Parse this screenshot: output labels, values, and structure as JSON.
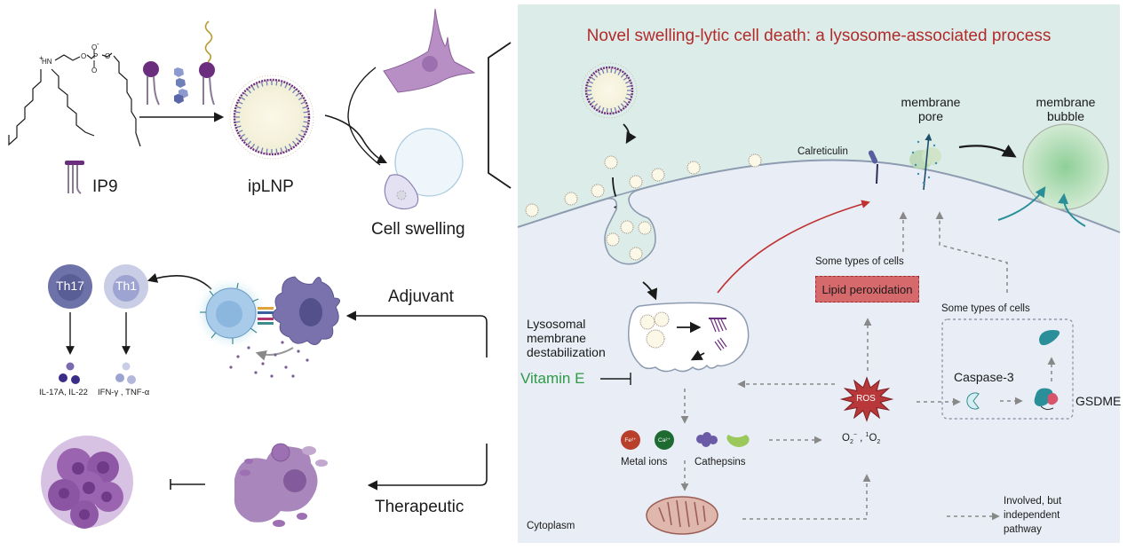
{
  "figure": {
    "title": "Novel swelling-lytic cell death: a lysosome-associated process",
    "colors": {
      "title_red": "#b22a2a",
      "extracellular_bg": "#dcede9",
      "cytoplasm_bg": "#e9eef6",
      "membrane": "#8d9bb0",
      "lnp_purple": "#6b2d7e",
      "vitamin_e_green": "#2e9a46",
      "ros_red": "#b8383a",
      "lipid_box": "#d6696b",
      "gsdme_teal": "#2a8f99",
      "dashed_gray": "#888888"
    }
  },
  "left_panel": {
    "ip9_label": "IP9",
    "iplnp_label": "ipLNP",
    "cell_swelling_label": "Cell swelling",
    "adjuvant_label": "Adjuvant",
    "therapeutic_label": "Therapeutic",
    "chem_structure": {
      "amine": "HN",
      "amine_charge": "+",
      "phosphate": "P",
      "oxygen": "O",
      "oxygen_charge": "-"
    },
    "th_cells": [
      {
        "name": "Th17",
        "cytokines": "IL-17A, IL-22"
      },
      {
        "name": "Th1",
        "cytokines": "IFN-γ , TNF-α"
      }
    ]
  },
  "right_panel": {
    "calreticulin_label": "Calreticulin",
    "membrane_pore_label": [
      "membrane",
      "pore"
    ],
    "membrane_bubble_label": [
      "membrane",
      "bubble"
    ],
    "some_types_label_1": "Some types of cells",
    "lipid_peroxidation_label": "Lipid peroxidation",
    "some_types_label_2": "Some types of cells",
    "lysosomal_label": [
      "Lysosomal",
      "membrane",
      "destabilization"
    ],
    "vitamin_e_label": "Vitamin E",
    "ros_label": "ROS",
    "ros_species": {
      "o2": "O",
      "sub2": "2",
      "sup_minus": "−",
      "sep": " , ",
      "singlet_sup": "1",
      "o2b": "O",
      "sub2b": "2"
    },
    "caspase_label": "Caspase-3",
    "gsdme_label": "GSDME",
    "fe_label": "Fe²⁺",
    "ca_label": "Ca²⁺",
    "metal_ions_label": "Metal ions",
    "cathepsins_label": "Cathepsins",
    "cytoplasm_label": "Cytoplasm",
    "legend_label": [
      "Involved, but",
      "independent",
      "pathway"
    ]
  }
}
